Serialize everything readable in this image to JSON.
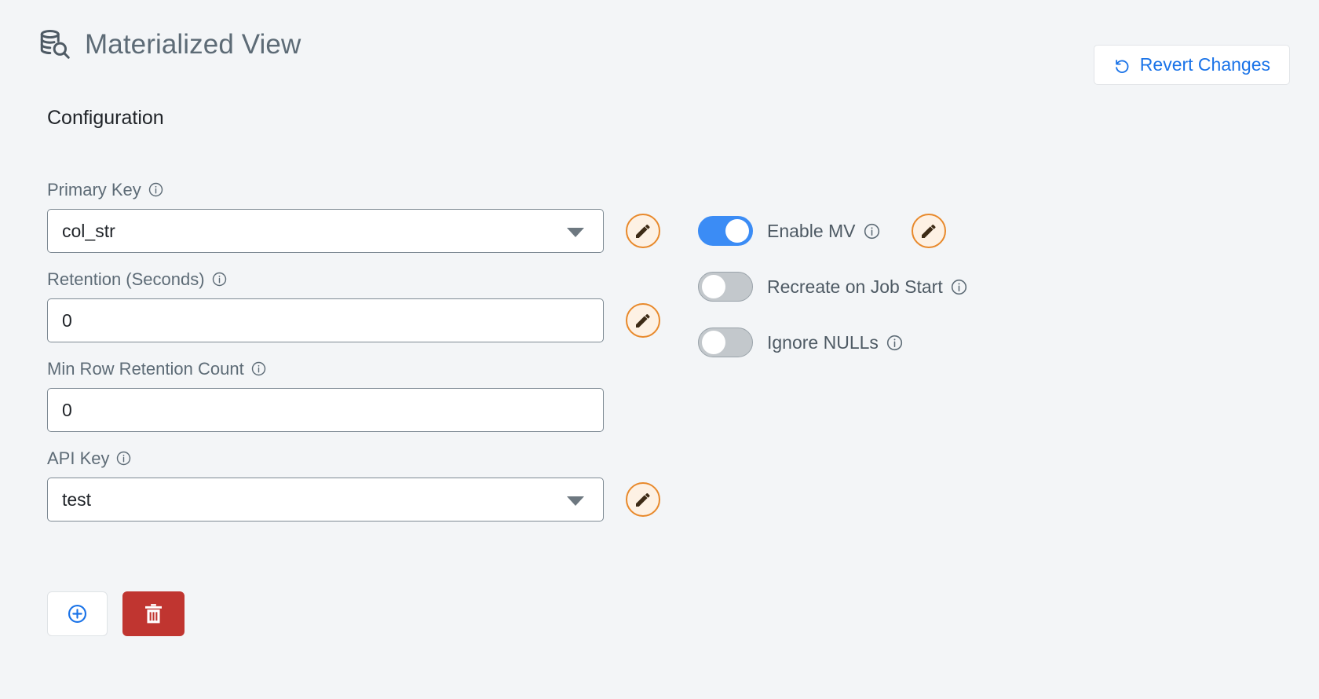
{
  "header": {
    "title": "Materialized View",
    "icon": "database-search-icon",
    "revert": {
      "label": "Revert Changes",
      "icon": "undo-icon",
      "color": "#1a73e8"
    }
  },
  "section": {
    "heading": "Configuration"
  },
  "fields": [
    {
      "label": "Primary Key",
      "info": "info-icon",
      "type": "select",
      "value": "col_str",
      "has_edit": true
    },
    {
      "label": "Retention (Seconds)",
      "info": "info-icon",
      "type": "text",
      "value": "0",
      "has_edit": true
    },
    {
      "label": "Min Row Retention Count",
      "info": "info-icon",
      "type": "text",
      "value": "0",
      "has_edit": false
    },
    {
      "label": "API Key",
      "info": "info-icon",
      "type": "select",
      "value": "test",
      "has_edit": true
    }
  ],
  "toggles": [
    {
      "label": "Enable MV",
      "state": "on",
      "has_edit": true
    },
    {
      "label": "Recreate on Job Start",
      "state": "off",
      "has_edit": false
    },
    {
      "label": "Ignore NULLs",
      "state": "off",
      "has_edit": false
    }
  ],
  "actions": {
    "add_label": "add-row",
    "add_icon": "plus-circle-icon",
    "delete_label": "delete-row",
    "delete_icon": "trash-icon",
    "delete_color": "#c03530"
  },
  "colors": {
    "background": "#f3f5f7",
    "accent_blue": "#3b8cf5",
    "link_blue": "#1a73e8",
    "edit_orange": "#e8892b",
    "danger_red": "#c03530",
    "label_gray": "#5d6b76"
  }
}
